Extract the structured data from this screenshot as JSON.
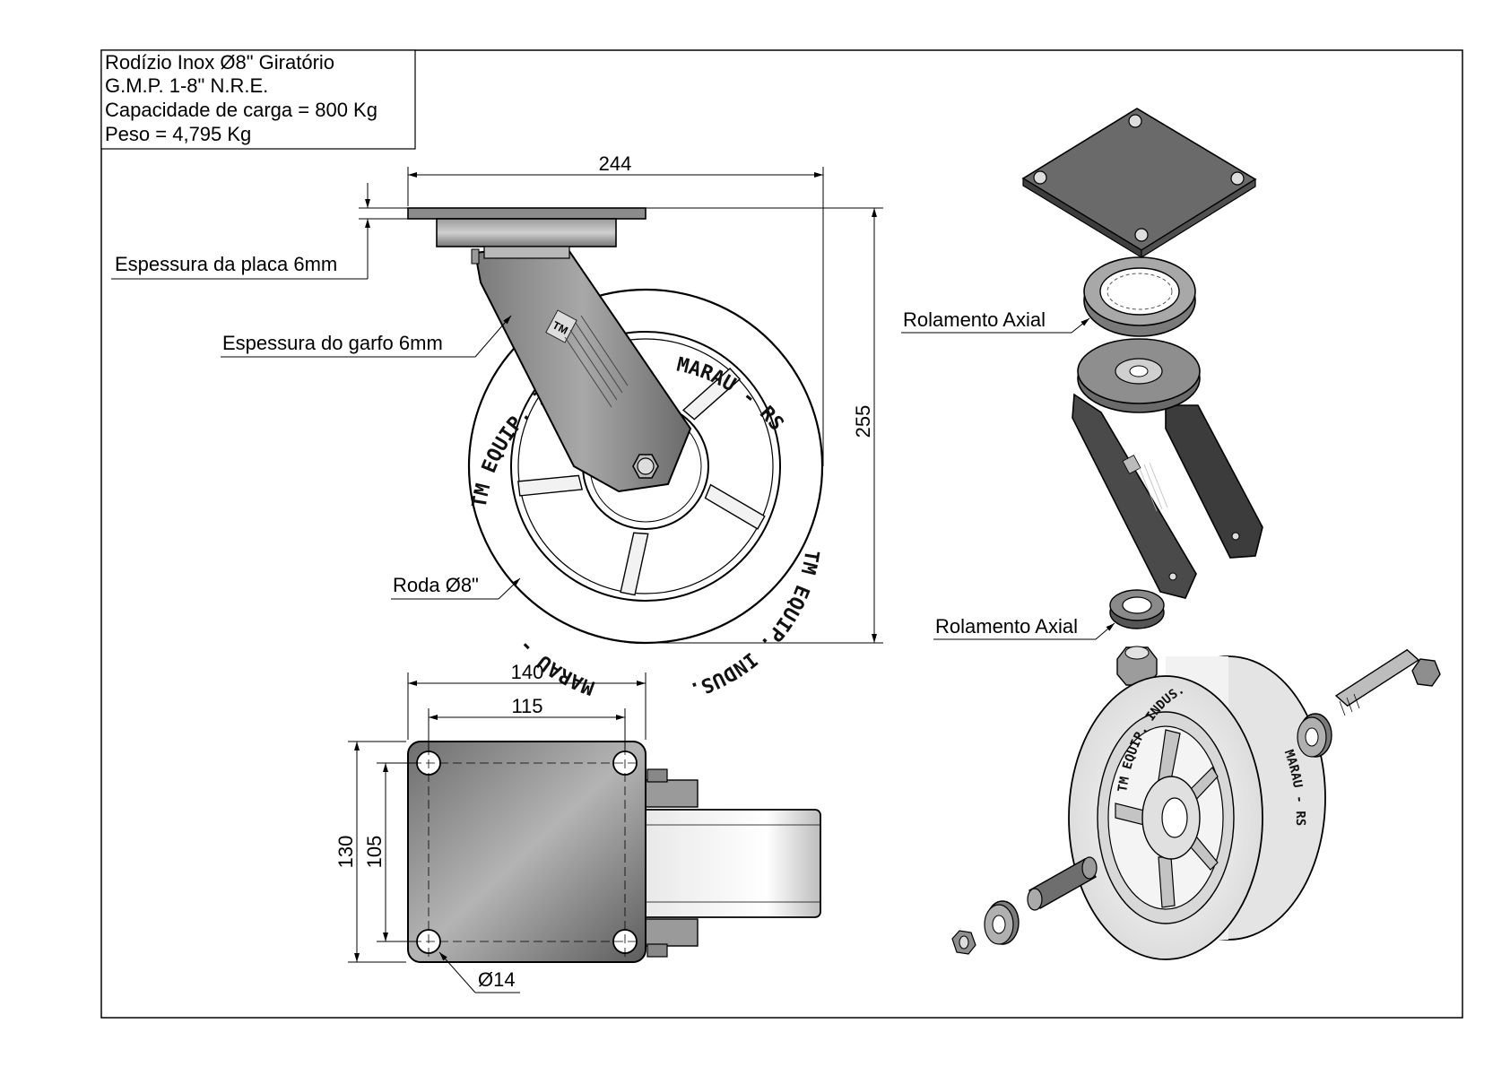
{
  "title_block": {
    "line1": "Rodízio Inox Ø8\" Giratório",
    "line2": "G.M.P. 1-8\" N.R.E.",
    "line3": "Capacidade de carga = 800 Kg",
    "line4": "Peso = 4,795 Kg"
  },
  "dimensions": {
    "overall_width": "244",
    "overall_height": "255",
    "plate_width": "140",
    "hole_spacing_x": "115",
    "plate_height": "130",
    "hole_spacing_y": "105",
    "hole_diameter": "Ø14"
  },
  "labels": {
    "plate_thickness": "Espessura da placa 6mm",
    "fork_thickness": "Espessura do garfo 6mm",
    "wheel": "Roda Ø8\"",
    "axial_bearing_top": "Rolamento Axial",
    "axial_bearing_bottom": "Rolamento Axial"
  },
  "wheel_markings": {
    "top_arc": "TM EQUIP. INDUS.",
    "right_arc": "MARAU - RS",
    "bottom_arc": "TM EQUIP. INDUS.",
    "left_arc": "MARAU -",
    "iso_arc_1": "TM EQUIP. INDUS.",
    "iso_arc_2": "MARAU - RS"
  },
  "fork_markings": {
    "logo": "TM"
  },
  "colors": {
    "steel_dark": "#5a5a5a",
    "steel_mid": "#8a8a8a",
    "steel_light": "#c8c8c8",
    "line": "#000000"
  }
}
